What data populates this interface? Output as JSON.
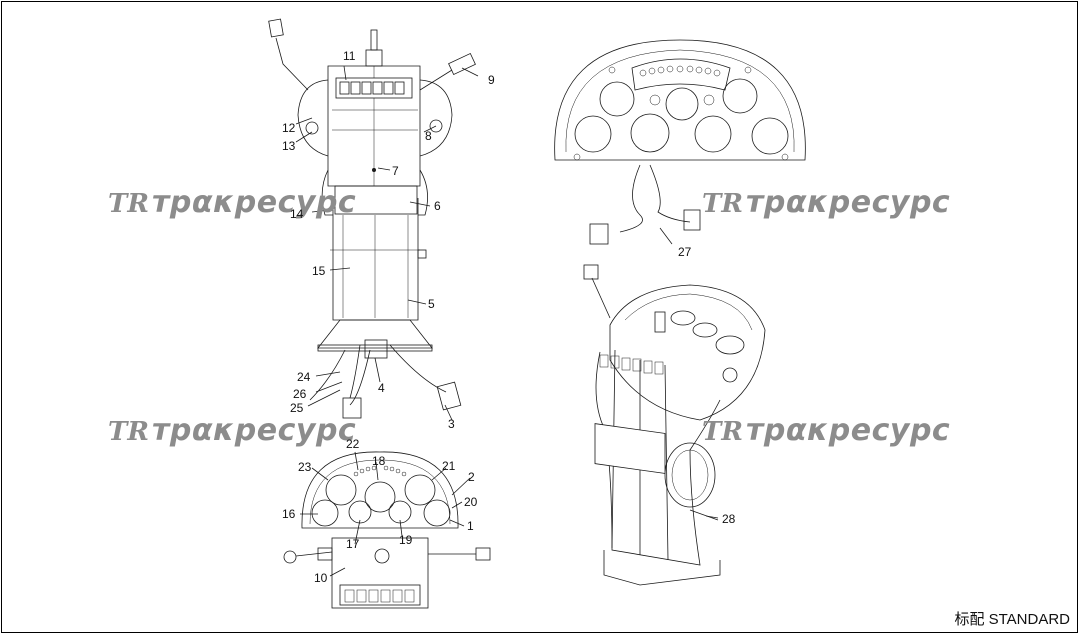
{
  "callouts": {
    "c1": "1",
    "c2": "2",
    "c3": "3",
    "c4": "4",
    "c5": "5",
    "c6": "6",
    "c7": "7",
    "c8": "8",
    "c9": "9",
    "c10": "10",
    "c11": "11",
    "c12": "12",
    "c13": "13",
    "c14": "14",
    "c15": "15",
    "c16": "16",
    "c17": "17",
    "c18": "18",
    "c19": "19",
    "c20": "20",
    "c21": "21",
    "c22": "22",
    "c23": "23",
    "c24": "24",
    "c25": "25",
    "c26": "26",
    "c27": "27",
    "c28": "28"
  },
  "watermark": {
    "logo": "TR",
    "text": "трακресурс"
  },
  "footer": {
    "label": "标配 STANDARD"
  },
  "colors": {
    "line": "#1a1a1a",
    "watermark": "#8c8c8c",
    "background": "#ffffff"
  }
}
